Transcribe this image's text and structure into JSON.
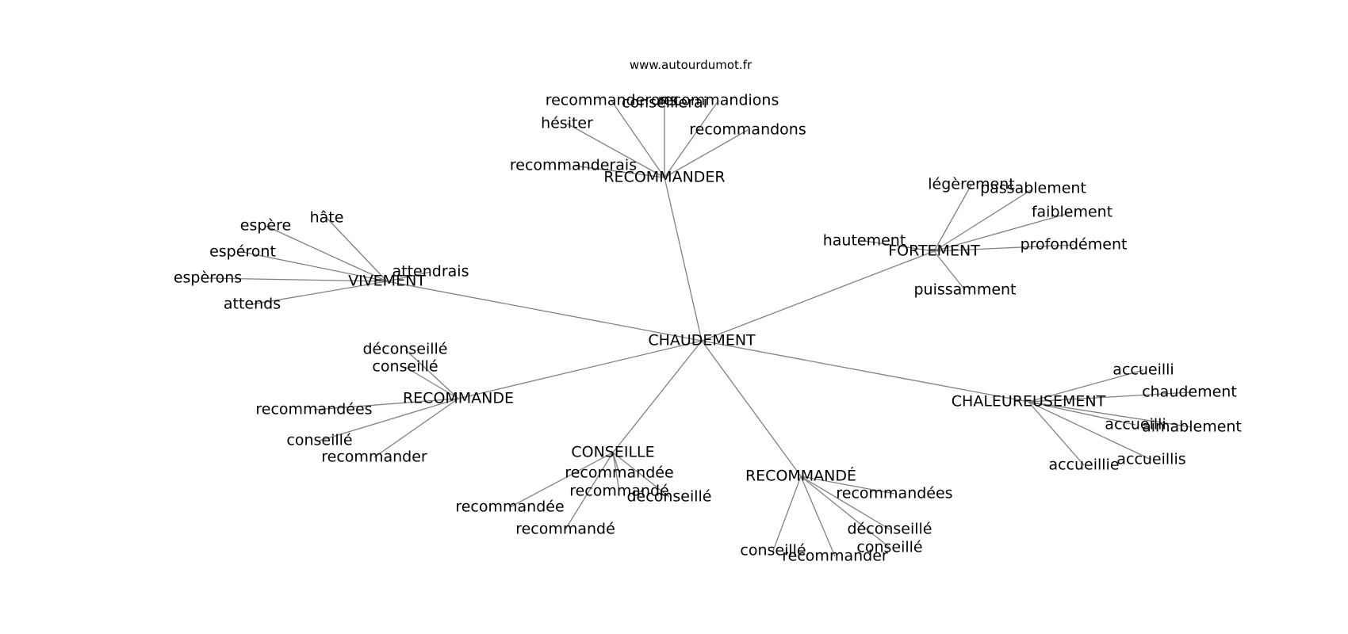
{
  "site": "www.autourdumot.fr",
  "center": "CHAUDEMENT",
  "clusters": [
    {
      "label": "RECOMMANDER",
      "leaves": [
        "recommanderons",
        "conseillerai",
        "recommandions",
        "hésiter",
        "recommandons",
        "recommanderais"
      ]
    },
    {
      "label": "FORTEMENT",
      "leaves": [
        "légèrement",
        "passablement",
        "faiblement",
        "hautement",
        "profondément",
        "puissamment"
      ]
    },
    {
      "label": "VIVEMENT",
      "leaves": [
        "hâte",
        "espère",
        "espéront",
        "attendrais",
        "espèrons",
        "attends"
      ]
    },
    {
      "label": "RECOMMANDE",
      "leaves": [
        "déconseillé",
        "conseillé",
        "recommandées",
        "conseillé",
        "recommander"
      ]
    },
    {
      "label": "CHALEUREUSEMENT",
      "leaves": [
        "accueilli",
        "chaudement",
        "accueilli",
        "aimablement",
        "accueillis",
        "accueillie"
      ]
    },
    {
      "label": "CONSEILLE",
      "leaves": [
        "recommandée",
        "recommandé",
        "déconseillé",
        "recommandée",
        "recommandé"
      ]
    },
    {
      "label": "RECOMMANDÉ",
      "leaves": [
        "recommandées",
        "déconseillé",
        "conseillé",
        "conseillé",
        "recommander"
      ]
    }
  ]
}
